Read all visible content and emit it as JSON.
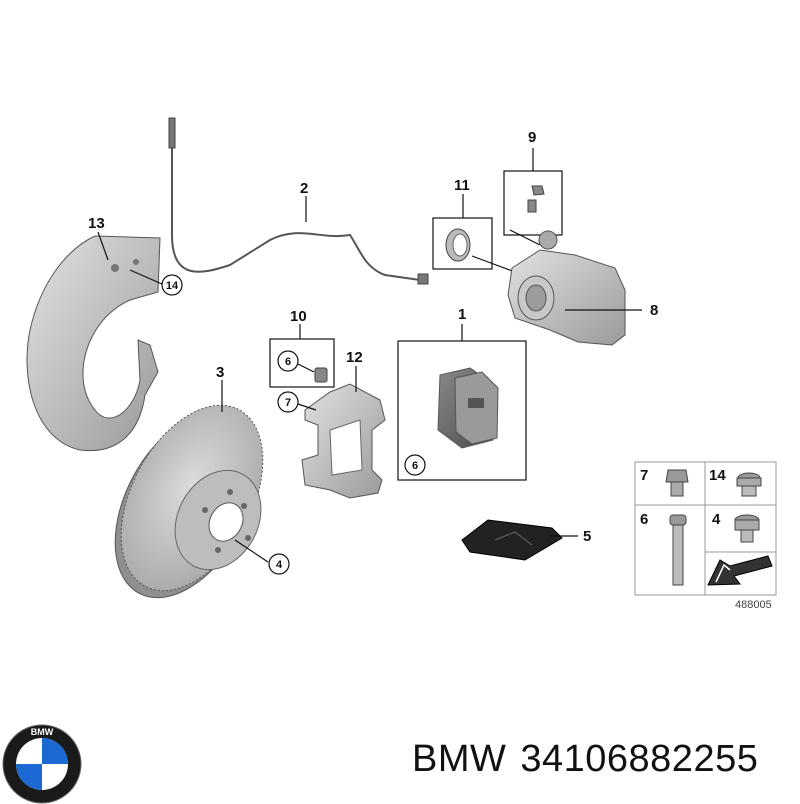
{
  "callouts": {
    "c1": "1",
    "c2": "2",
    "c3": "3",
    "c4": "4",
    "c5": "5",
    "c6a": "6",
    "c6b": "6",
    "c7": "7",
    "c8": "8",
    "c9": "9",
    "c10": "10",
    "c11": "11",
    "c12": "12",
    "c13": "13",
    "c14": "14"
  },
  "legend": {
    "l7": "7",
    "l14": "14",
    "l6": "6",
    "l4": "4"
  },
  "diagram_id": "488005",
  "footer": {
    "brand": "BMW",
    "part_number": "34106882255"
  },
  "logo": {
    "text": "BMW",
    "colors": {
      "blue": "#1c69d4",
      "ring": "#1a1a1a",
      "white": "#ffffff"
    }
  }
}
